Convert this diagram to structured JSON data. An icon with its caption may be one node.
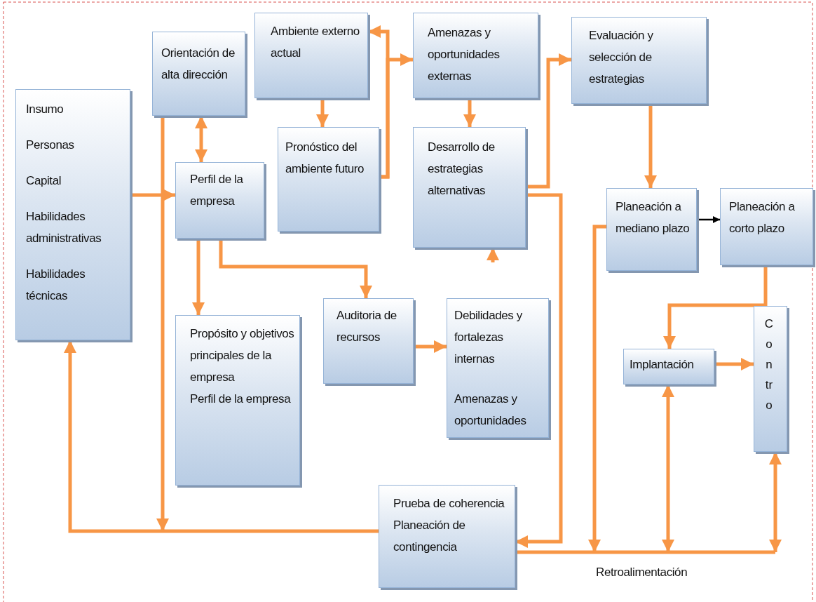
{
  "diagram": {
    "nodes": [
      {
        "text": [
          "Insumo",
          "Personas",
          "Capital",
          "Habilidades administrativas",
          "Habilidades técnicas"
        ]
      },
      {
        "text": [
          "Orientación de alta dirección"
        ]
      },
      {
        "text": [
          "Ambiente externo actual"
        ]
      },
      {
        "text": [
          "Amenazas y oportunidades externas"
        ]
      },
      {
        "text": [
          "Evaluación y selección de estrategias"
        ]
      },
      {
        "text": [
          "Perfil de la empresa"
        ]
      },
      {
        "text": [
          "Pronóstico del ambiente futuro"
        ]
      },
      {
        "text": [
          "Desarrollo de estrategias alternativas"
        ]
      },
      {
        "text": [
          "Planeación a mediano plazo"
        ]
      },
      {
        "text": [
          "Planeación a corto plazo"
        ]
      },
      {
        "text": [
          "Propósito y objetivos principales de la empresa",
          "Perfil de la empresa"
        ]
      },
      {
        "text": [
          "Auditoria de recursos"
        ]
      },
      {
        "text": [
          "Debilidades y fortalezas internas",
          "Amenazas y oportunidades"
        ]
      },
      {
        "text": [
          "Implantación"
        ]
      },
      {
        "text": [
          "Contro"
        ]
      },
      {
        "text": [
          "Prueba de coherencia",
          "Planeación de contingencia"
        ]
      }
    ],
    "edges": [
      {
        "from": 0,
        "to": 5,
        "arrow": "to"
      },
      {
        "from": 1,
        "to": 5,
        "arrow": "both"
      },
      {
        "from": 1,
        "to": null,
        "arrow": "to"
      },
      {
        "from": 15,
        "to": 0,
        "arrow": "to"
      },
      {
        "from": 2,
        "to": 6,
        "arrow": "to"
      },
      {
        "from": 6,
        "to": 2,
        "arrow": "to"
      },
      {
        "from": 6,
        "to": 3,
        "arrow": "to"
      },
      {
        "from": 3,
        "to": 7,
        "arrow": "to"
      },
      {
        "from": 7,
        "to": 4,
        "arrow": "to"
      },
      {
        "from": 7,
        "to": 15,
        "arrow": "to"
      },
      {
        "from": null,
        "to": 7,
        "arrow": "to"
      },
      {
        "from": 4,
        "to": 8,
        "arrow": "to"
      },
      {
        "from": 8,
        "to": 9,
        "arrow": "to",
        "color": "#000000"
      },
      {
        "from": 8,
        "to": null,
        "arrow": "to"
      },
      {
        "from": 9,
        "to": 13,
        "arrow": "to"
      },
      {
        "from": 13,
        "to": 14,
        "arrow": "to"
      },
      {
        "from": 13,
        "to": null,
        "arrow": "both"
      },
      {
        "from": 14,
        "to": null,
        "arrow": "both"
      },
      {
        "from": 15,
        "to": null,
        "arrow": "none"
      },
      {
        "from": 5,
        "to": 10,
        "arrow": "to"
      },
      {
        "from": 5,
        "to": 11,
        "arrow": "to"
      },
      {
        "from": 11,
        "to": 12,
        "arrow": "to"
      }
    ],
    "labels": [
      "Retroalimentación"
    ]
  }
}
